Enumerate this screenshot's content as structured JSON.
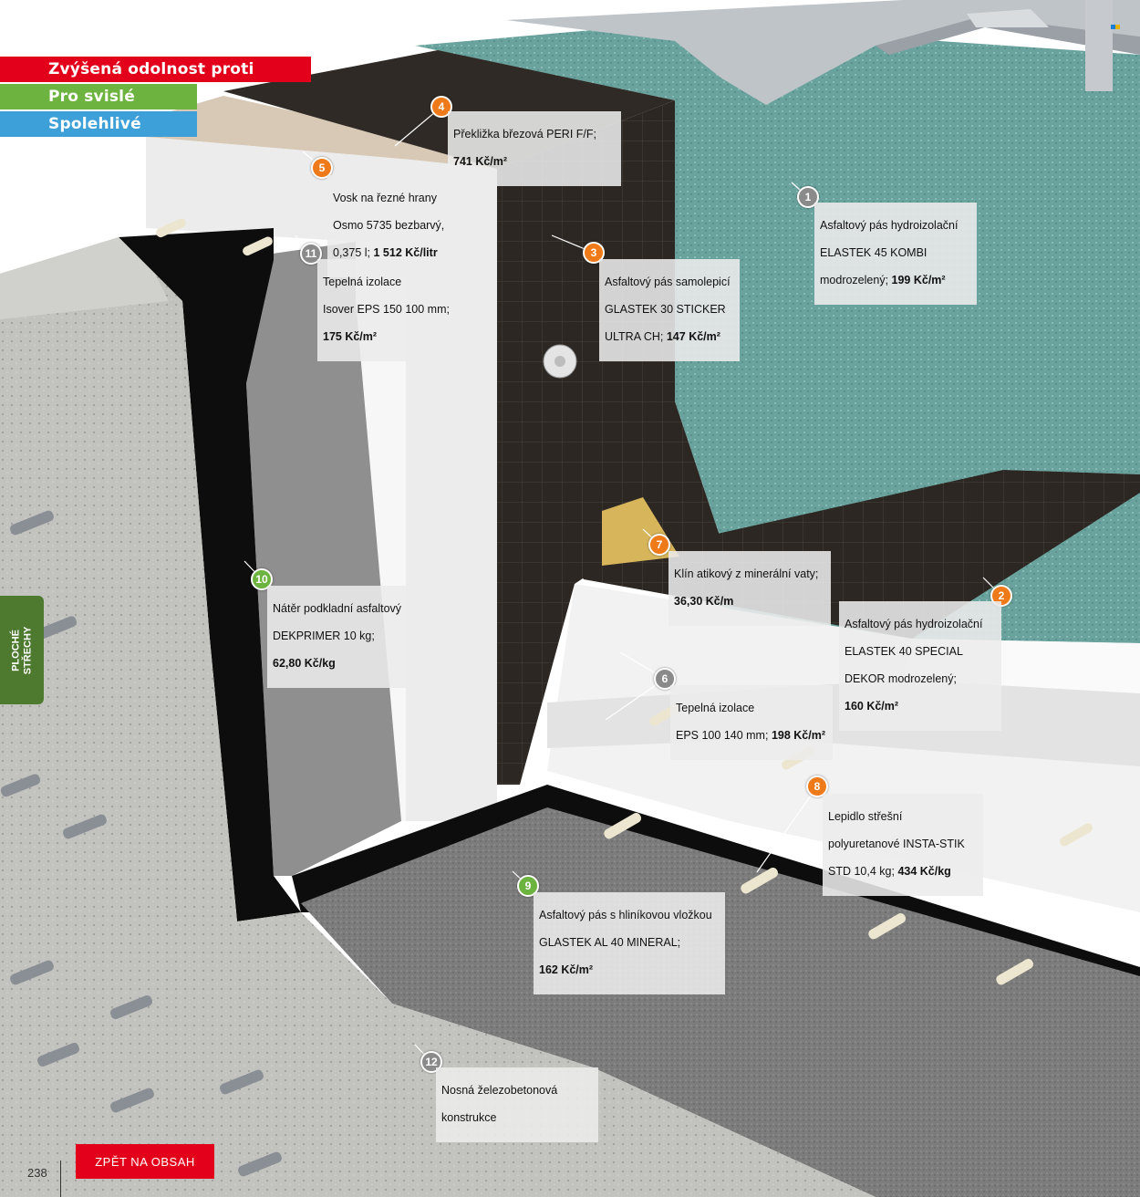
{
  "banners": [
    {
      "text": "Zvýšená odolnost proti stékání",
      "color": "#e2001a"
    },
    {
      "text": "Pro svislé plochy",
      "color": "#6db33f"
    },
    {
      "text": "Spolehlivé řešení",
      "color": "#3ea0d9"
    }
  ],
  "side_tab": {
    "text": "PLOCHÉ\nSTŘECHY",
    "color": "#4d7a2e"
  },
  "colors": {
    "orange": "#ef7a1a",
    "gray": "#8a8a8a",
    "green": "#6db33f",
    "button": "#e2001a",
    "membrane": "#6fa8a3",
    "dark_membrane": "#2f2a26",
    "concrete": "#bcbcb8",
    "bitumen": "#0e0e0e"
  },
  "callouts": [
    {
      "num": "1",
      "badge": "gray",
      "l1": "Asfaltový pás hydroizolační",
      "l2": "ELASTEK 45 KOMBI",
      "l3": "modrozelený;",
      "price": "199 Kč/m²"
    },
    {
      "num": "2",
      "badge": "orange",
      "l1": "Asfaltový pás hydroizolační",
      "l2": "ELASTEK 40 SPECIAL",
      "l3": "DEKOR modrozelený;",
      "price": "160 Kč/m²"
    },
    {
      "num": "3",
      "badge": "orange",
      "l1": "Asfaltový pás samolepicí",
      "l2": "GLASTEK 30 STICKER",
      "l3": "ULTRA CH;",
      "price": "147 Kč/m²"
    },
    {
      "num": "4",
      "badge": "orange",
      "l1": "Překližka březová PERI F/F;",
      "l2": "",
      "l3": "",
      "price": "741 Kč/m²"
    },
    {
      "num": "5",
      "badge": "orange",
      "l1": "Vosk na řezné hrany",
      "l2": "Osmo 5735 bezbarvý,",
      "l3": "0,375 l;",
      "price": "1 512 Kč/litr"
    },
    {
      "num": "6",
      "badge": "gray",
      "l1": "Tepelná izolace",
      "l2": "",
      "l3": "EPS 100 140 mm;",
      "price": "198 Kč/m²"
    },
    {
      "num": "7",
      "badge": "orange",
      "l1": "Klín atikový z minerální vaty;",
      "l2": "",
      "l3": "",
      "price": "36,30 Kč/m"
    },
    {
      "num": "8",
      "badge": "orange",
      "l1": "Lepidlo střešní",
      "l2": "polyuretanové INSTA-STIK",
      "l3": "STD 10,4 kg;",
      "price": "434 Kč/kg"
    },
    {
      "num": "9",
      "badge": "green",
      "l1": "Asfaltový pás s hliníkovou vložkou",
      "l2": "GLASTEK AL 40 MINERAL;",
      "l3": "",
      "price": "162 Kč/m²"
    },
    {
      "num": "10",
      "badge": "green",
      "l1": "Nátěr podkladní asfaltový",
      "l2": "DEKPRIMER 10 kg;",
      "l3": "",
      "price": "62,80 Kč/kg"
    },
    {
      "num": "11",
      "badge": "gray",
      "l1": "Tepelná izolace",
      "l2": "Isover EPS 150 100 mm;",
      "l3": "",
      "price": "175 Kč/m²"
    },
    {
      "num": "12",
      "badge": "gray",
      "l1": "Nosná železobetonová",
      "l2": "konstrukce",
      "l3": "",
      "price": ""
    }
  ],
  "back_button": "ZPĚT NA OBSAH",
  "page_number": "238"
}
